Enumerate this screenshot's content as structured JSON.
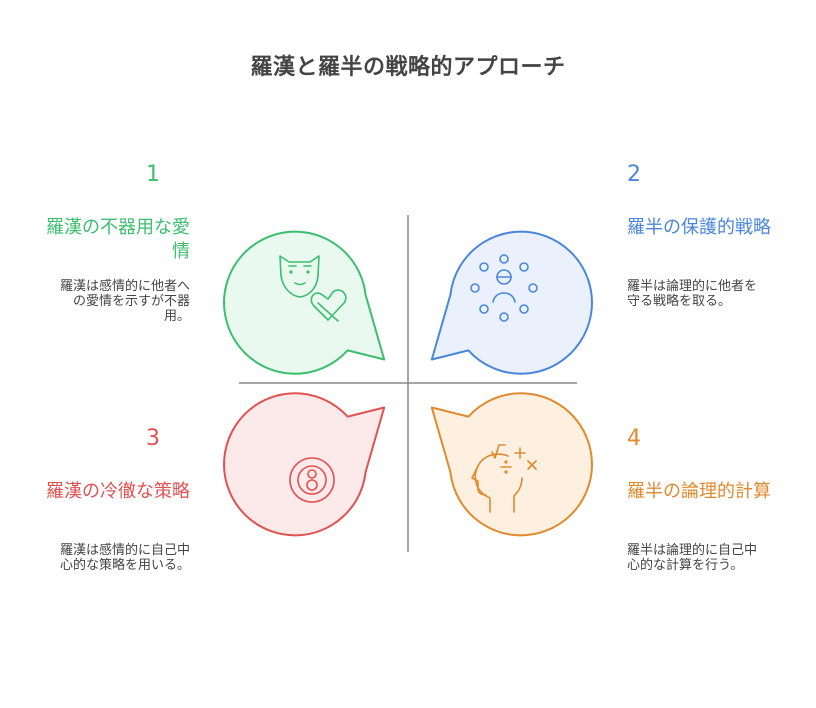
{
  "title": "羅漢と羅半の戦略的アプローチ",
  "quadrants": [
    {
      "number": "1",
      "heading": "羅漢の不器用な愛情",
      "description": "羅漢は感情的に他者への愛情を示すが不器用。",
      "color": "#3cbe6f",
      "fill": "#e9f9ef",
      "icon": "theater-mask-heart-icon"
    },
    {
      "number": "2",
      "heading": "羅半の保護的戦略",
      "description": "羅半は論理的に他者を守る戦略を取る。",
      "color": "#4a86d9",
      "fill": "#eaf1fc",
      "icon": "person-protected-icon"
    },
    {
      "number": "3",
      "heading": "羅漢の冷徹な策略",
      "description": "羅漢は感情的に自己中心的な策略を用いる。",
      "color": "#e05252",
      "fill": "#fce9e9",
      "icon": "eight-ball-icon"
    },
    {
      "number": "4",
      "heading": "羅半の論理的計算",
      "description": "羅半は論理的に自己中心的な計算を行う。",
      "color": "#e08a2e",
      "fill": "#fdf0e1",
      "icon": "head-math-icon"
    }
  ],
  "axis_color": "#888888"
}
